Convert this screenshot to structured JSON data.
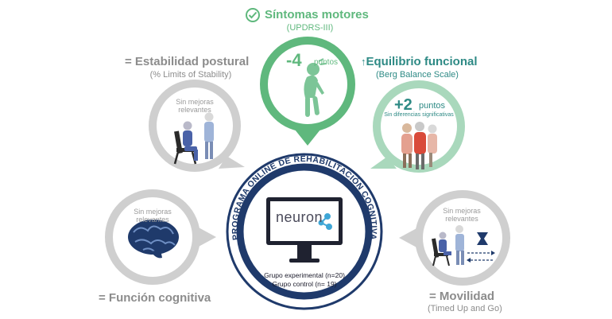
{
  "top": {
    "title": "Síntomas motores",
    "subtitle": "(UPDRS-III)",
    "change": "-4",
    "unit": "puntos"
  },
  "left_top": {
    "title": "= Estabilidad postural",
    "subtitle": "(% Limits of Stability)",
    "note_line1": "Sin mejoras",
    "note_line2": "relevantes"
  },
  "right_top": {
    "title": "Equilibrio funcional",
    "subtitle": "(Berg Balance Scale)",
    "change": "+2",
    "unit": "puntos",
    "note": "Sin diferencias significativas"
  },
  "left_bottom": {
    "title": "= Función cognitiva",
    "note_line1": "Sin mejoras",
    "note_line2": "relevantes"
  },
  "right_bottom": {
    "title": "= Movilidad",
    "subtitle": "(Timed Up and Go)",
    "note_line1": "Sin mejoras",
    "note_line2": "relevantes"
  },
  "center": {
    "ring_text": "PROGRAMA ONLINE DE REHABILITACIÓN COGNITIVA",
    "brand": "neuron",
    "group1": "Grupo experimental (n=20)",
    "group2": "Grupo control (n= 19)"
  },
  "colors": {
    "green": "#5fb87d",
    "light_green": "#a9d8bc",
    "grey": "#cfcfcf",
    "navy": "#1f3a6b",
    "teal": "#2e8a85"
  }
}
